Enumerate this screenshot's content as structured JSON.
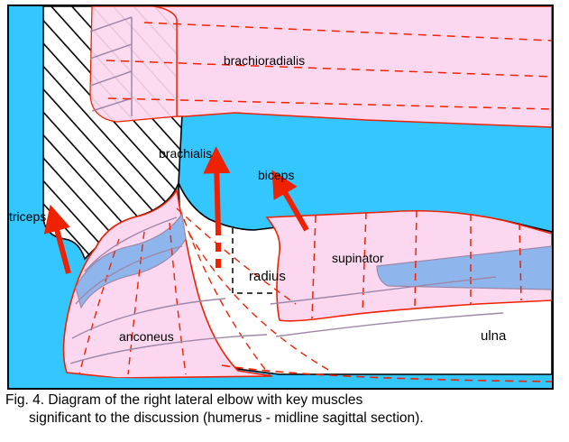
{
  "figure": {
    "caption_line_1": "Fig. 4. Diagram of the right lateral elbow with key muscles",
    "caption_line_2": "significant to the discussion (humerus - midline sagittal section).",
    "caption_full": "Fig. 4. Diagram of the right lateral elbow with key muscles significant to the discussion (humerus - midline sagittal section)."
  },
  "labels": {
    "brachioradialis": "brachioradialis",
    "brachialis": "brachialis",
    "biceps": "biceps",
    "triceps": "triceps",
    "supinator": "supinator",
    "anconeus": "anconeus",
    "radius": "radius",
    "ulna": "ulna"
  },
  "colors": {
    "background_cyan": "#33c6ff",
    "muscle_pink": "#fcd8f0",
    "cartilage_blue": "#8fb6ec",
    "fiber_red": "#ee2200",
    "arrow_red": "#ee2200",
    "bone_white": "#ffffff",
    "outline_black": "#000000",
    "contour_purple": "#9e86a8",
    "frame_black": "#000000"
  },
  "arrows": [
    {
      "name": "triceps-arrow",
      "target": "triceps",
      "style": "solid",
      "direction": "up-left"
    },
    {
      "name": "brachialis-arrow",
      "target": "brachialis",
      "style": "dashed-tail",
      "direction": "up"
    },
    {
      "name": "biceps-arrow",
      "target": "biceps",
      "style": "solid",
      "direction": "up-left"
    }
  ],
  "regions": [
    {
      "name": "humerus",
      "fill": "hatched-white",
      "description": "humerus midline sagittal section shown with diagonal hatching"
    },
    {
      "name": "brachioradialis-muscle",
      "fill": "#fcd8f0"
    },
    {
      "name": "supinator-muscle",
      "fill": "#fcd8f0"
    },
    {
      "name": "anconeus-muscle",
      "fill": "#fcd8f0"
    },
    {
      "name": "radius-bone",
      "fill": "#ffffff"
    },
    {
      "name": "ulna-bone",
      "fill": "#ffffff"
    },
    {
      "name": "joint-cartilage",
      "fill": "#8fb6ec"
    }
  ]
}
